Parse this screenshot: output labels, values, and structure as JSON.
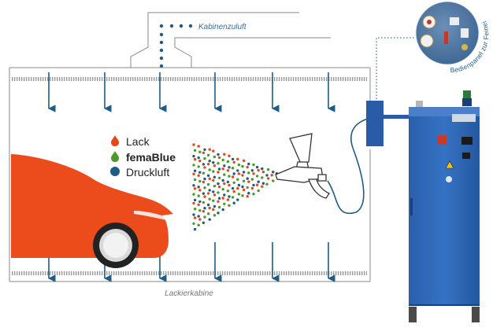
{
  "labels": {
    "air_supply": "Kabinenzuluft",
    "booth": "Lackierkabine",
    "panel": "Bedienpanel zur Feineinstellung"
  },
  "legend": [
    {
      "label": "Lack",
      "bold": false,
      "color": "#e8471a"
    },
    {
      "label": "femaBlue",
      "bold": true,
      "color": "#4a9a2a"
    },
    {
      "label": "Druckluft",
      "bold": false,
      "color": "#1d5c86"
    }
  ],
  "colors": {
    "arrow": "#1d5c86",
    "car": "#ec4c1c",
    "cabinet": "#2f6ab8",
    "text_italic": "#3a6f96",
    "booth_label": "#777777"
  }
}
